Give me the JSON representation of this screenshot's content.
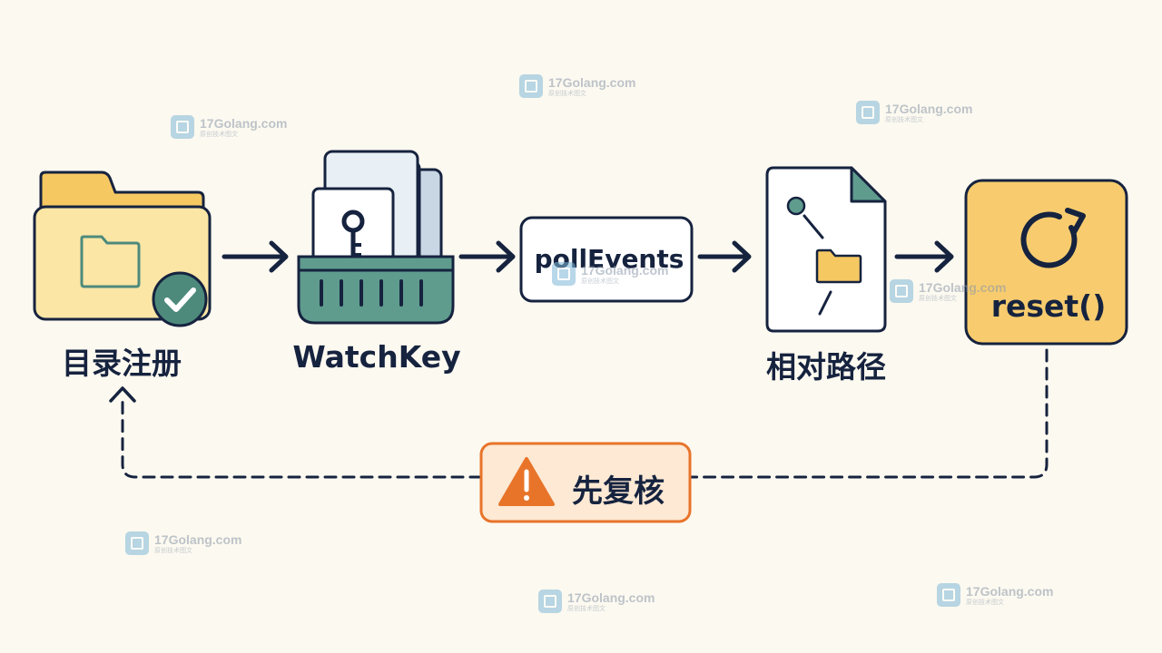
{
  "steps": {
    "register": "目录注册",
    "watchkey": "WatchKey",
    "poll": "pollEvents",
    "relpath": "相对路径",
    "reset": "reset()"
  },
  "warning": {
    "label": "先复核"
  },
  "watermark": {
    "text": "17Golang.com",
    "sub": "原创技术图文"
  },
  "colors": {
    "background": "#fcf9f0",
    "ink": "#16233f",
    "folder": "#f7d57c",
    "teal": "#4d8a7c",
    "reset_fill": "#f8cc6e",
    "warning": "#e8742a"
  }
}
